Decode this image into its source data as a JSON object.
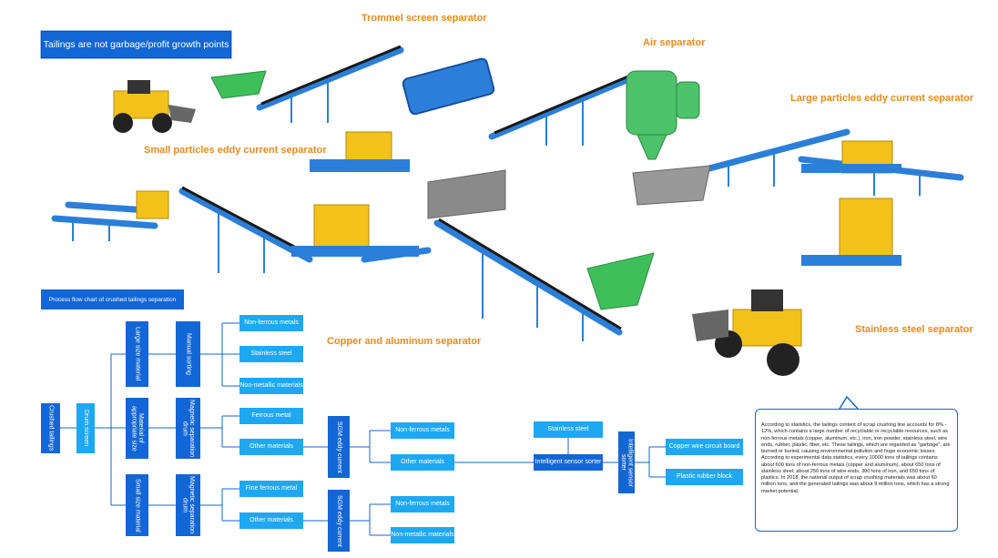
{
  "banner": "Tailings are not garbage/profit growth points",
  "labels": {
    "trommel": "Trommel screen separator",
    "air": "Air separator",
    "large_eddy": "Large particles eddy current separator",
    "small_eddy": "Small particles eddy current separator",
    "copper_al": "Copper and aluminum separator",
    "stainless": "Stainless steel separator"
  },
  "flow": {
    "title": "Process flow chart of crushed tailings separation",
    "crushed": "Crushed tailings",
    "drum": "Drum screen",
    "large": "Large size material",
    "appropriate": "Material of appropriate size",
    "small": "Small size material",
    "manual": "Manual sorting",
    "mag1": "Magnetic separation drum",
    "mag2": "Magnetic separation drum",
    "nf1": "Non-ferrous metals",
    "ss1": "Stainless steel",
    "nm1": "Non-metallic materials",
    "ferrous": "Ferrous metal",
    "other1": "Other materials",
    "fine": "Fine ferrous metal",
    "other2": "Other materials",
    "sgm1": "SGM eddy current",
    "sgm2": "SGM eddy current",
    "nf2": "Non-ferrous metals",
    "other3": "Other materials",
    "nf3": "Non-ferrous metals",
    "nm2": "Non-metallic materials",
    "ss2": "Stainless steel",
    "sensor": "Intelligent sensor sorter",
    "sensor_v": "Intelligent sensor sorter",
    "copper_wire": "Copper wire circuit board",
    "plastic": "Plastic rubber block"
  },
  "note": {
    "p1": "According to statistics, the tailings content of scrap crushing line accounts for 8% - 12%, which contains a large number of recyclable or recyclable resources, such as non-ferrous metals (copper, aluminum, etc.), iron, iron powder, stainless steel, wire ends, rubber, plastic, fiber, etc. These tailings, which are regarded as \"garbage\", are burned or buried, causing environmental pollution and huge economic losses.",
    "p2": "According to experimental data statistics, every 10000 tons of tailings contains about 600 tons of non-ferrous metals (copper and aluminum), about 650 tons of stainless steel, about 250 tons of wire ends, 300 tons of iron, and 650 tons of plastics. In 2018, the national output of scrap crushing materials was about 60 million tons, and the generated tailings was about 9 million tons, which has a strong market potential."
  },
  "colors": {
    "dark": "#1366d6",
    "light": "#1ea8f2",
    "accent": "#e98a1f"
  }
}
